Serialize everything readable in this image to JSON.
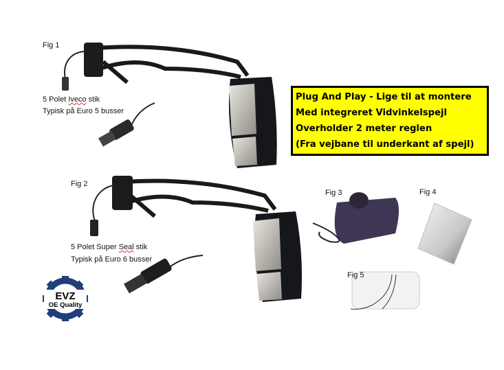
{
  "fig1": {
    "label": "Fig 1",
    "desc_line1_prefix": "5 Polet ",
    "desc_line1_brand": "Iveco",
    "desc_line1_suffix": " stik",
    "desc_line2": "Typisk på Euro 5 busser"
  },
  "fig2": {
    "label": "Fig 2",
    "desc_line1_prefix": "5 Polet Super ",
    "desc_line1_brand": "Seal",
    "desc_line1_suffix": " stik",
    "desc_line2": "Typisk på Euro 6 busser"
  },
  "fig3": {
    "label": "Fig 3"
  },
  "fig4": {
    "label": "Fig 4"
  },
  "fig5": {
    "label": "Fig 5"
  },
  "highlight_box": {
    "lines": [
      "Plug And Play - Lige til at montere",
      "Med integreret Vidvinkelspejl",
      "Overholder 2 meter reglen",
      "(Fra vejbane til underkant af spejl)"
    ],
    "background": "#ffff00"
  },
  "logo": {
    "brand": "EVZ",
    "tagline": "OE Quality",
    "color": "#1f3f7a"
  }
}
